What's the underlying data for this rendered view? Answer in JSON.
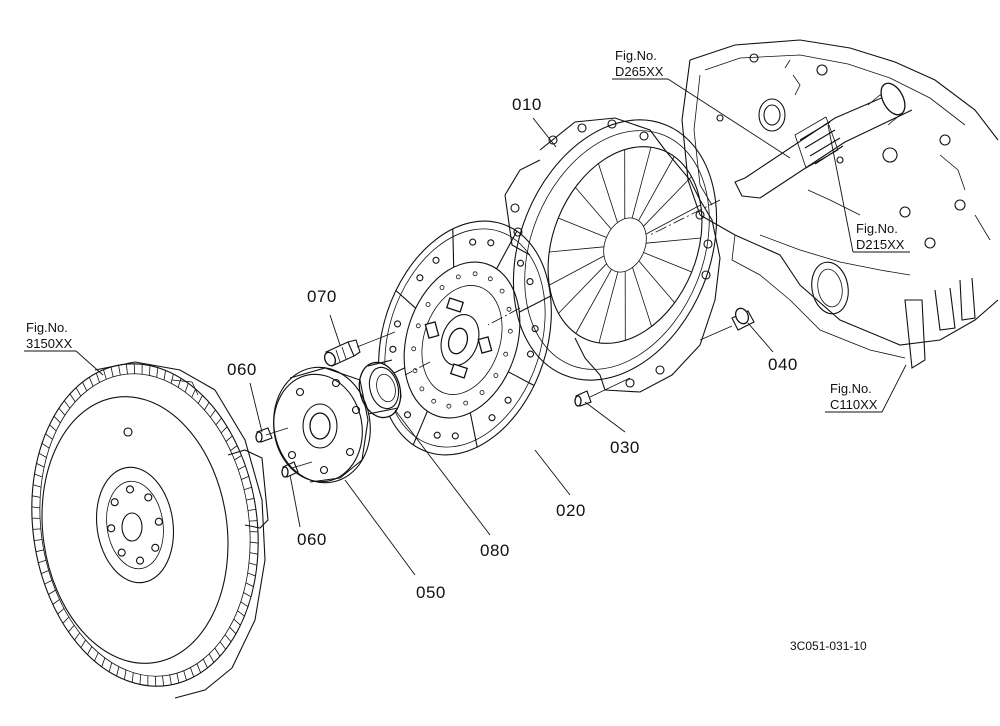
{
  "parts": [
    {
      "id": "010",
      "label": "010"
    },
    {
      "id": "020",
      "label": "020"
    },
    {
      "id": "030",
      "label": "030"
    },
    {
      "id": "040",
      "label": "040"
    },
    {
      "id": "050",
      "label": "050"
    },
    {
      "id": "060a",
      "label": "060"
    },
    {
      "id": "060b",
      "label": "060"
    },
    {
      "id": "070",
      "label": "070"
    },
    {
      "id": "080",
      "label": "080"
    }
  ],
  "figure_refs": [
    {
      "id": "d265",
      "line1": "Fig.No.",
      "line2": "D265XX"
    },
    {
      "id": "d215",
      "line1": "Fig.No.",
      "line2": "D215XX"
    },
    {
      "id": "c110",
      "line1": "Fig.No.",
      "line2": "C110XX"
    },
    {
      "id": "3150",
      "line1": "Fig.No.",
      "line2": "3150XX"
    }
  ],
  "drawing_code": "3C051-031-10"
}
